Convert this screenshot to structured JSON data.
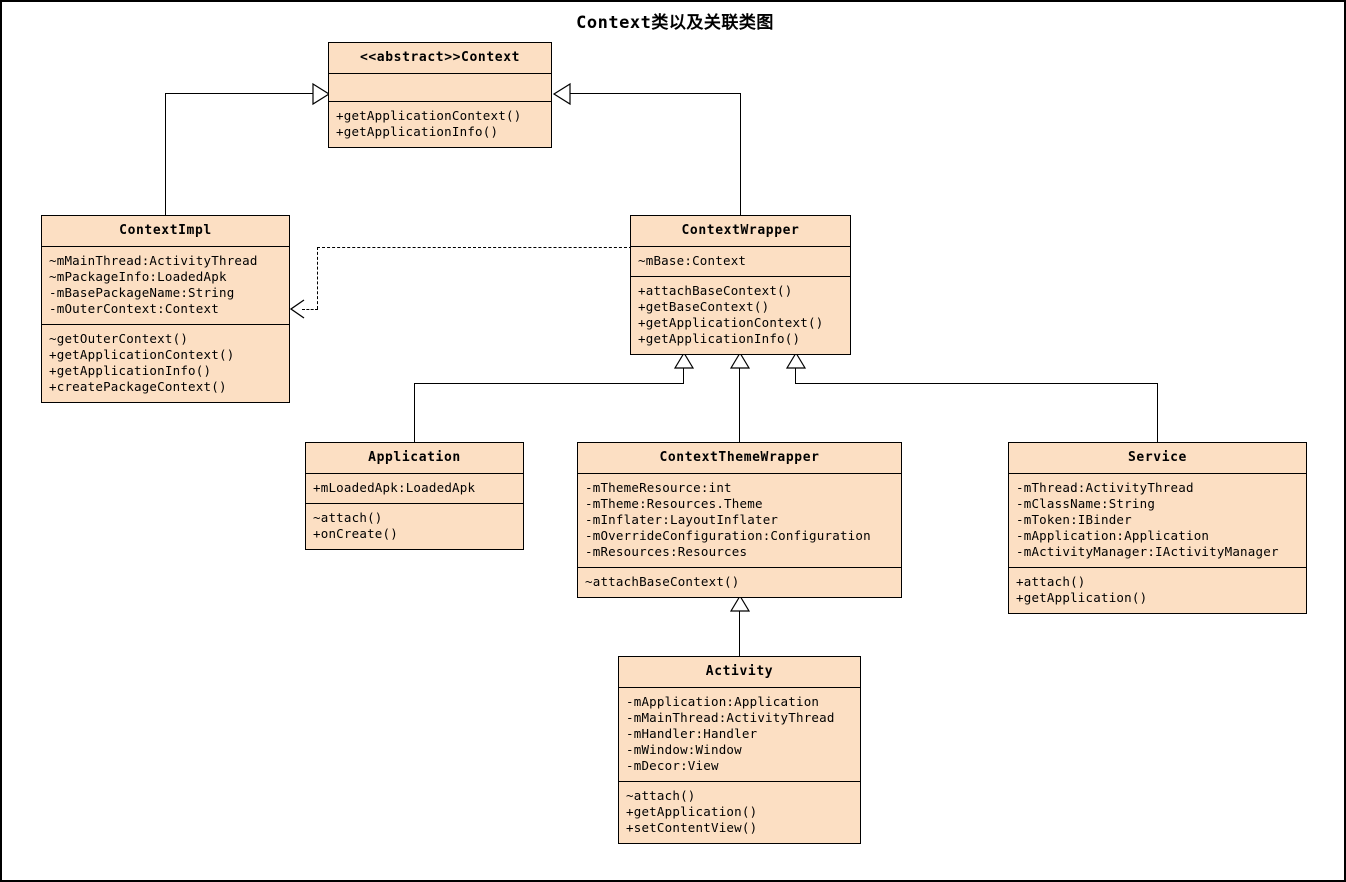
{
  "diagram": {
    "title": "Context类以及关联类图",
    "colors": {
      "class_fill": "#fcdfc3",
      "stroke": "#000000",
      "background": "#ffffff"
    },
    "classes": [
      {
        "id": "context",
        "name": "<<abstract>>Context",
        "attributes": [],
        "operations": [
          "+getApplicationContext()",
          "+getApplicationInfo()"
        ]
      },
      {
        "id": "context_impl",
        "name": "ContextImpl",
        "attributes": [
          "~mMainThread:ActivityThread",
          "~mPackageInfo:LoadedApk",
          "-mBasePackageName:String",
          "-mOuterContext:Context"
        ],
        "operations": [
          "~getOuterContext()",
          "+getApplicationContext()",
          "+getApplicationInfo()",
          "+createPackageContext()"
        ]
      },
      {
        "id": "context_wrapper",
        "name": "ContextWrapper",
        "attributes": [
          "~mBase:Context"
        ],
        "operations": [
          "+attachBaseContext()",
          "+getBaseContext()",
          "+getApplicationContext()",
          "+getApplicationInfo()"
        ]
      },
      {
        "id": "application",
        "name": "Application",
        "attributes": [
          "+mLoadedApk:LoadedApk"
        ],
        "operations": [
          "~attach()",
          "+onCreate()"
        ]
      },
      {
        "id": "context_theme_wrapper",
        "name": "ContextThemeWrapper",
        "attributes": [
          "-mThemeResource:int",
          "-mTheme:Resources.Theme",
          "-mInflater:LayoutInflater",
          "-mOverrideConfiguration:Configuration",
          "-mResources:Resources"
        ],
        "operations": [
          "~attachBaseContext()"
        ]
      },
      {
        "id": "service",
        "name": "Service",
        "attributes": [
          "-mThread:ActivityThread",
          "-mClassName:String",
          "-mToken:IBinder",
          "-mApplication:Application",
          "-mActivityManager:IActivityManager"
        ],
        "operations": [
          "+attach()",
          "+getApplication()"
        ]
      },
      {
        "id": "activity",
        "name": "Activity",
        "attributes": [
          "-mApplication:Application",
          "-mMainThread:ActivityThread",
          "-mHandler:Handler",
          "-mWindow:Window",
          "-mDecor:View"
        ],
        "operations": [
          "~attach()",
          "+getApplication()",
          "+setContentView()"
        ]
      }
    ],
    "relationships": [
      {
        "from": "context_impl",
        "to": "context",
        "type": "generalization"
      },
      {
        "from": "context_wrapper",
        "to": "context",
        "type": "generalization"
      },
      {
        "from": "context_wrapper",
        "to": "context_impl",
        "type": "dependency"
      },
      {
        "from": "application",
        "to": "context_wrapper",
        "type": "generalization"
      },
      {
        "from": "context_theme_wrapper",
        "to": "context_wrapper",
        "type": "generalization"
      },
      {
        "from": "service",
        "to": "context_wrapper",
        "type": "generalization"
      },
      {
        "from": "activity",
        "to": "context_theme_wrapper",
        "type": "generalization"
      }
    ]
  }
}
